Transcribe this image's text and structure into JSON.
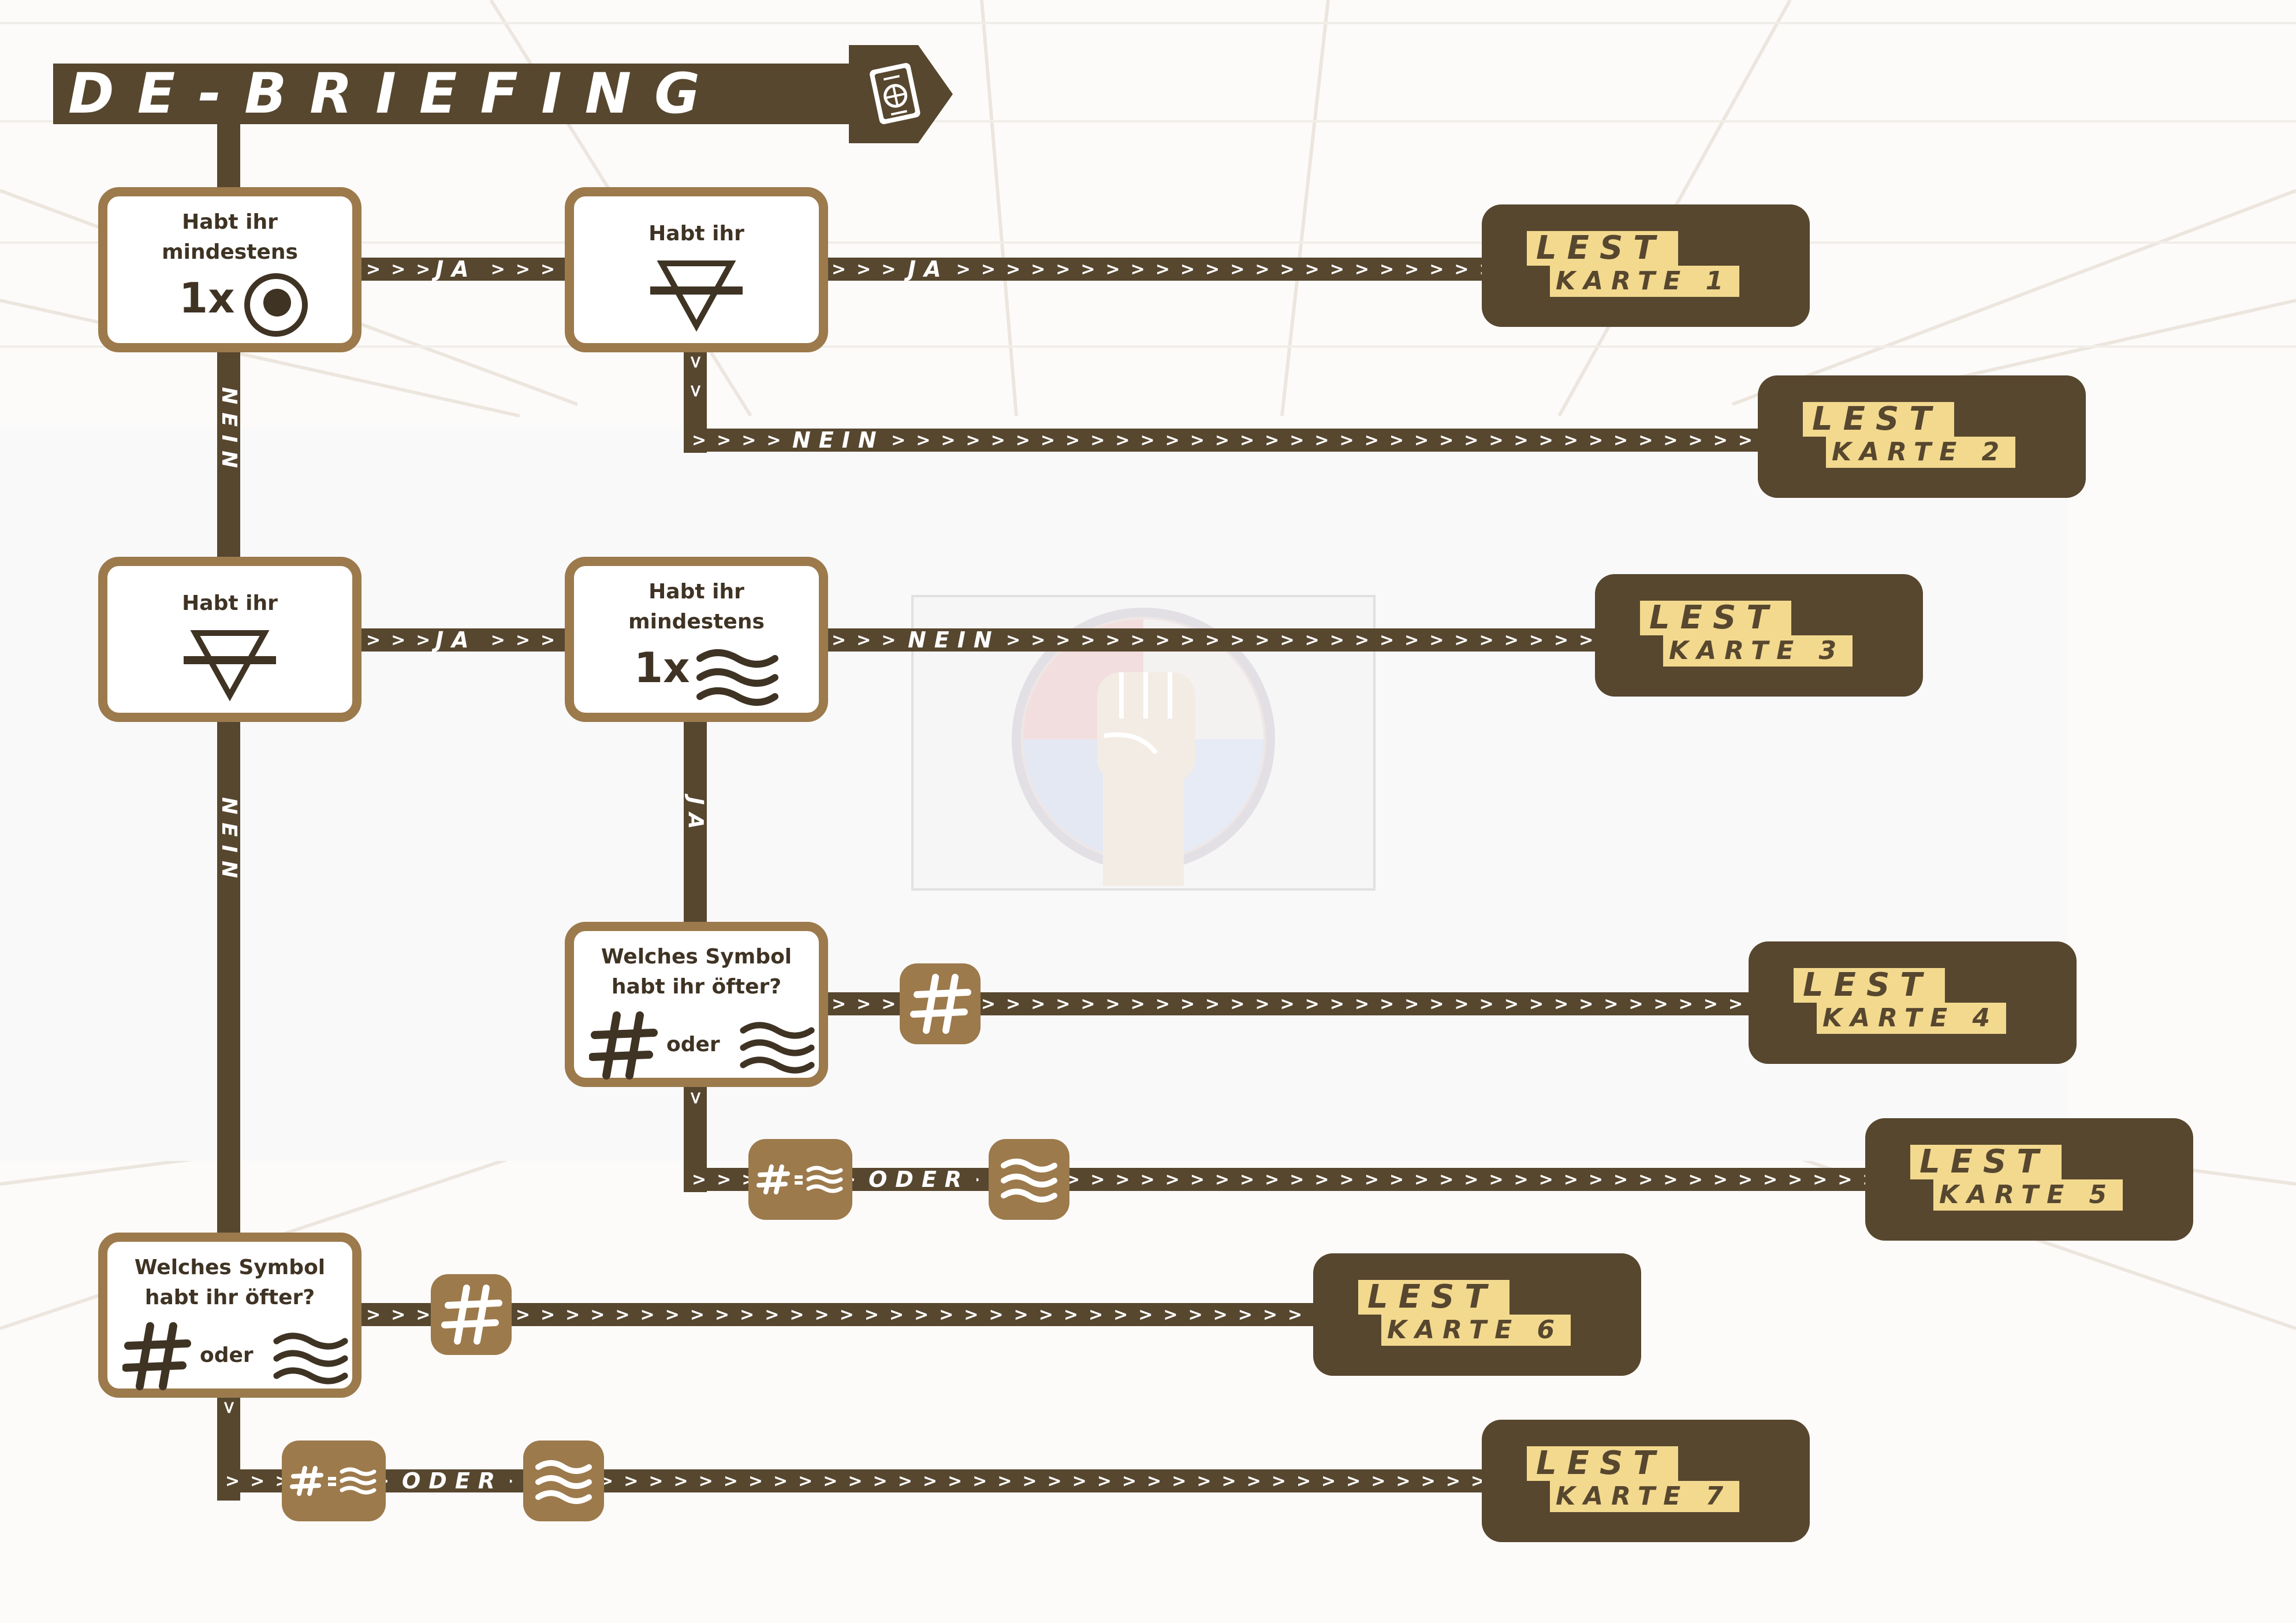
{
  "title": "DE-BRIEFING",
  "icons": {
    "title_tag": "passport-icon",
    "target": "target-icon",
    "cell": "cell-symbol-icon",
    "waves": "waves-icon",
    "hash": "hash-icon"
  },
  "colors": {
    "dark": "#57472f",
    "bronze": "#9c7a4c",
    "card_text_bg": "#f2d98e",
    "background": "#fdfbf9"
  },
  "questions": {
    "q1": {
      "line1": "Habt ihr",
      "line2": "mindestens",
      "count": "1x"
    },
    "q2": {
      "line1": "Habt ihr"
    },
    "q3": {
      "line1": "Habt ihr"
    },
    "q4": {
      "line1": "Habt ihr",
      "line2": "mindestens",
      "count": "1x"
    },
    "q5": {
      "line1": "Welches Symbol",
      "line2": "habt ihr öfter?",
      "oder": "oder"
    },
    "q6": {
      "line1": "Welches Symbol",
      "line2": "habt ihr öfter?",
      "oder": "oder"
    }
  },
  "labels": {
    "ja": "JA",
    "nein": "NEIN",
    "oder": "ODER",
    "equal": "="
  },
  "cards": [
    {
      "lest": "LEST",
      "karte": "KARTE 1"
    },
    {
      "lest": "LEST",
      "karte": "KARTE 2"
    },
    {
      "lest": "LEST",
      "karte": "KARTE 3"
    },
    {
      "lest": "LEST",
      "karte": "KARTE 4"
    },
    {
      "lest": "LEST",
      "karte": "KARTE 5"
    },
    {
      "lest": "LEST",
      "karte": "KARTE 6"
    },
    {
      "lest": "LEST",
      "karte": "KARTE 7"
    }
  ]
}
